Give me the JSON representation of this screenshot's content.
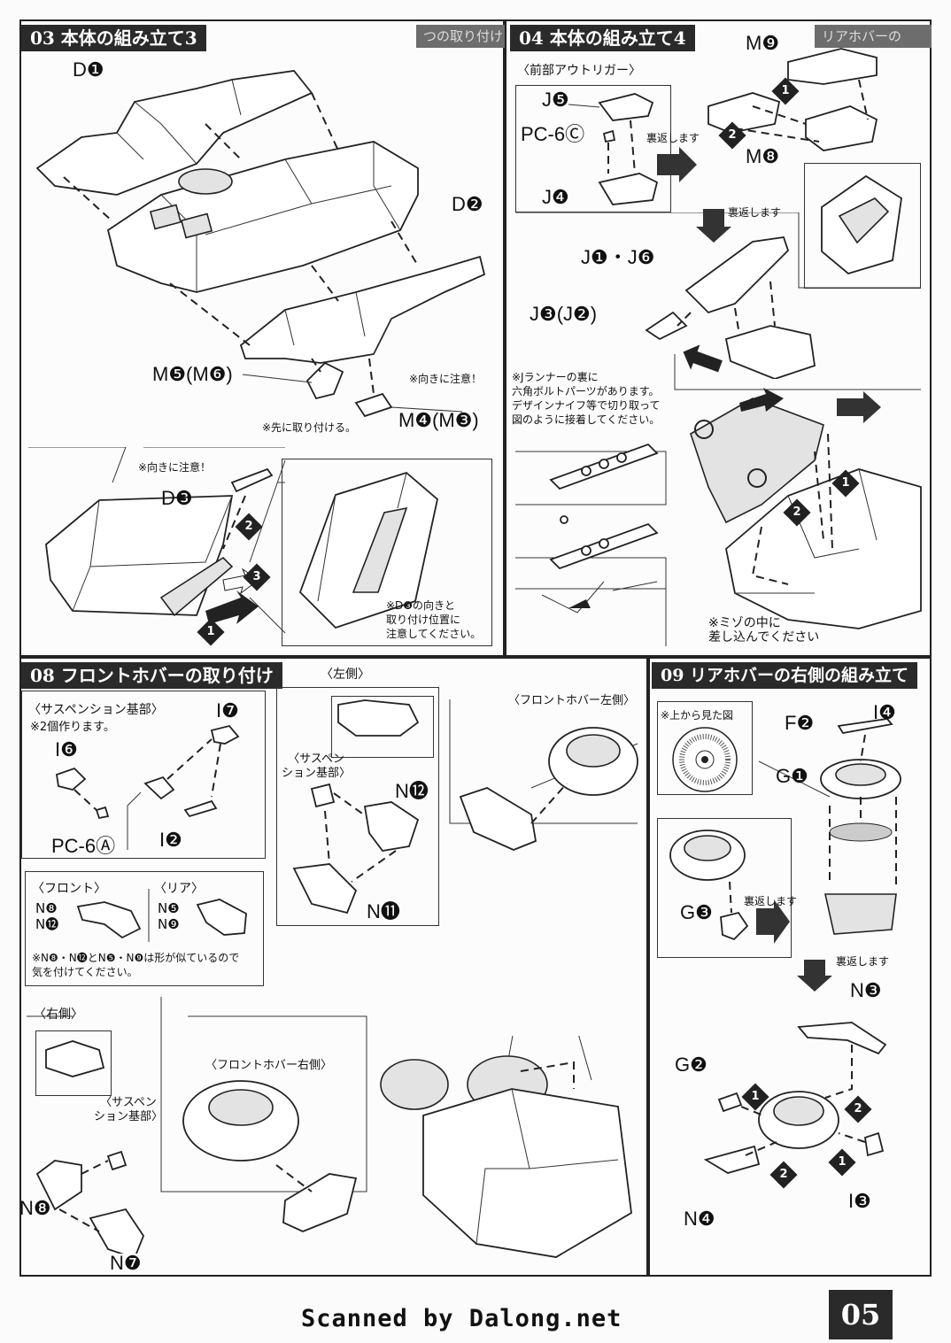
{
  "step03": {
    "title": "03 本体の組み立て3",
    "ghost": "つの取り付け",
    "labels": {
      "d1": "D❶",
      "d2": "D❷",
      "m5": "M❺(M❻)",
      "m4": "M❹(M❸)",
      "d3": "D❸"
    },
    "notes": {
      "attention1": "※向きに注意！",
      "first": "※先に取り付ける。",
      "attention2": "※向きに注意！",
      "d3_note": "※D❸の向きと\n取り付け位置に\n注意してください。"
    },
    "steps": [
      "1",
      "2",
      "3"
    ]
  },
  "step04": {
    "title": "04 本体の組み立て4",
    "ghost": "リアホバーの",
    "subhead": "〈前部アウトリガー〉",
    "labels": {
      "j5": "J❺",
      "pc6c": "PC-6Ⓒ",
      "j4": "J❹",
      "m9": "M❾",
      "m8": "M❽",
      "j1j6": "J❶・J❻",
      "j3j2": "J❸(J❷)"
    },
    "flip1": "裏返します",
    "flip2": "裏返します",
    "note_j": "※Jランナーの裏に\n六角ボルトパーツがあります。\nデザインナイフ等で切り取って\n図のように接着してください。",
    "note_groove": "※ミゾの中に\n差し込んでください",
    "steps": [
      "1",
      "2"
    ]
  },
  "step08": {
    "title": "08 フロントホバーの取り付け",
    "left_side": "〈左側〉",
    "right_side": "〈右側〉",
    "suspension_base": "〈サスペンション基部〉",
    "make_two": "※2個作ります。",
    "suspension_base_split": "〈サスペン\nション基部〉",
    "front_left": "〈フロントホバー左側〉",
    "front_right": "〈フロントホバー右側〉",
    "labels": {
      "i7": "I❼",
      "i6": "I❻",
      "pc6a": "PC-6Ⓐ",
      "i2": "I❷",
      "n12": "N⓬",
      "n11": "N⓫",
      "n8": "N❽",
      "n7": "N❼"
    },
    "compare": {
      "front": "〈フロント〉",
      "front_parts": [
        "N❽",
        "N⓬"
      ],
      "rear": "〈リア〉",
      "rear_parts": [
        "N❺",
        "N❾"
      ],
      "note": "※N❽・N⓬とN❺・N❾は形が似ているので\n気を付けてください。"
    }
  },
  "step09": {
    "title": "09 リアホバーの右側の組み立て",
    "top_view": "※上から見た図",
    "flip1": "裏返します",
    "flip2": "裏返します",
    "labels": {
      "f2": "F❷",
      "i4": "I❹",
      "g1": "G❶",
      "g3": "G❸",
      "n3": "N❸",
      "g2": "G❷",
      "i3": "I❸",
      "n4": "N❹"
    },
    "steps": [
      "1",
      "2"
    ]
  },
  "footer": {
    "credit": "Scanned by Dalong.net",
    "page": "05"
  }
}
